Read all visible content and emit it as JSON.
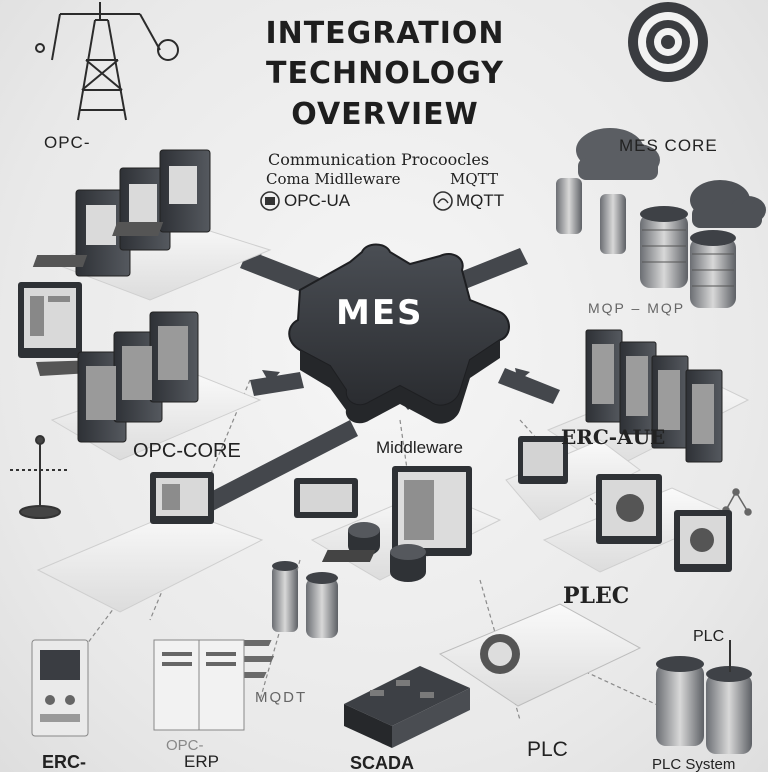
{
  "title": {
    "line1": "INTEGRATION",
    "line2": "TECHNOLOGY",
    "line3": "OVERVIEW"
  },
  "protocols": {
    "heading": "Communication Procoocles",
    "item_a": "Coma Midlleware",
    "item_b": "MQTT",
    "item_c": "OPC-UA",
    "item_d": "MQTT"
  },
  "hub": {
    "label": "MES"
  },
  "labels": {
    "opc_top": "OPC-",
    "mes_core": "MES CORE",
    "mqp": "MQP – MQP",
    "opc_core": "OPC-CORE",
    "middleware": "Middleware",
    "erc_right": "ERC-AUE",
    "plc_mid": "PLEC",
    "plc_right": "PLC",
    "mqdt": "MQDT",
    "opc_bottom": "OPC-",
    "erp": "ERP",
    "erc_bottom": "ERC-",
    "scada": "SCADA",
    "plc_bottom": "PLC",
    "plc_system": "PLC System"
  },
  "colors": {
    "hub": "#3c3f44",
    "device_dark": "#3a3d42",
    "platform": "#f4f4f4",
    "connector": "#4a4d52"
  }
}
